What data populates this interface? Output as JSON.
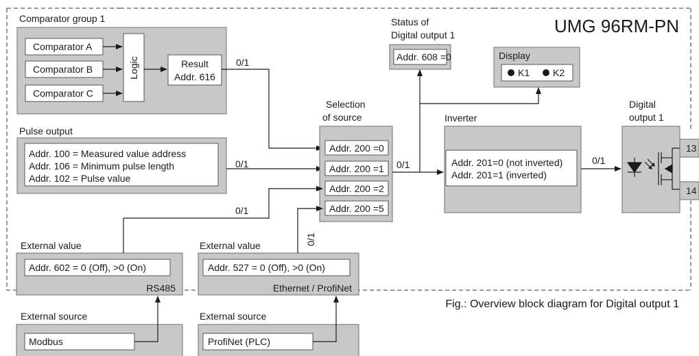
{
  "title": "UMG 96RM-PN",
  "caption": "Fig.: Overview block diagram for Digital output 1",
  "comparator_group": {
    "label": "Comparator group 1",
    "comparators": [
      "Comparator A",
      "Comparator B",
      "Comparator C"
    ],
    "logic": "Logic",
    "result_line1": "Result",
    "result_line2": "Addr. 616",
    "signal": "0/1"
  },
  "pulse_output": {
    "label": "Pulse output",
    "lines": [
      "Addr. 100 = Measured value address",
      "Addr. 106 = Minimum pulse length",
      "Addr. 102 = Pulse value"
    ],
    "signal": "0/1"
  },
  "selection": {
    "label_line1": "Selection",
    "label_line2": "of source",
    "items": [
      "Addr. 200 =0",
      "Addr. 200 =1",
      "Addr. 200 =2",
      "Addr. 200 =5"
    ],
    "signal_out": "0/1"
  },
  "status": {
    "label_line1": "Status of",
    "label_line2": "Digital output 1",
    "value": "Addr. 608 =0"
  },
  "display": {
    "label": "Display",
    "k1": "K1",
    "k2": "K2"
  },
  "inverter": {
    "label": "Inverter",
    "line1": "Addr. 201=0 (not inverted)",
    "line2": "Addr. 201=1 (inverted)",
    "signal_out": "0/1"
  },
  "digital_output": {
    "label_line1": "Digital",
    "label_line2": "output 1",
    "terminal_top": "13",
    "terminal_bottom": "14"
  },
  "external_value_rs485": {
    "label": "External value",
    "value": "Addr. 602 = 0 (Off), >0 (On)",
    "interface": "RS485",
    "signal": "0/1"
  },
  "external_value_profinet": {
    "label": "External value",
    "value": "Addr. 527 = 0 (Off), >0 (On)",
    "interface": "Ethernet / ProfiNet",
    "signal": "0/1"
  },
  "external_source_modbus": {
    "label": "External source",
    "value": "Modbus"
  },
  "external_source_profinet": {
    "label": "External source",
    "value": "ProfiNet (PLC)"
  }
}
